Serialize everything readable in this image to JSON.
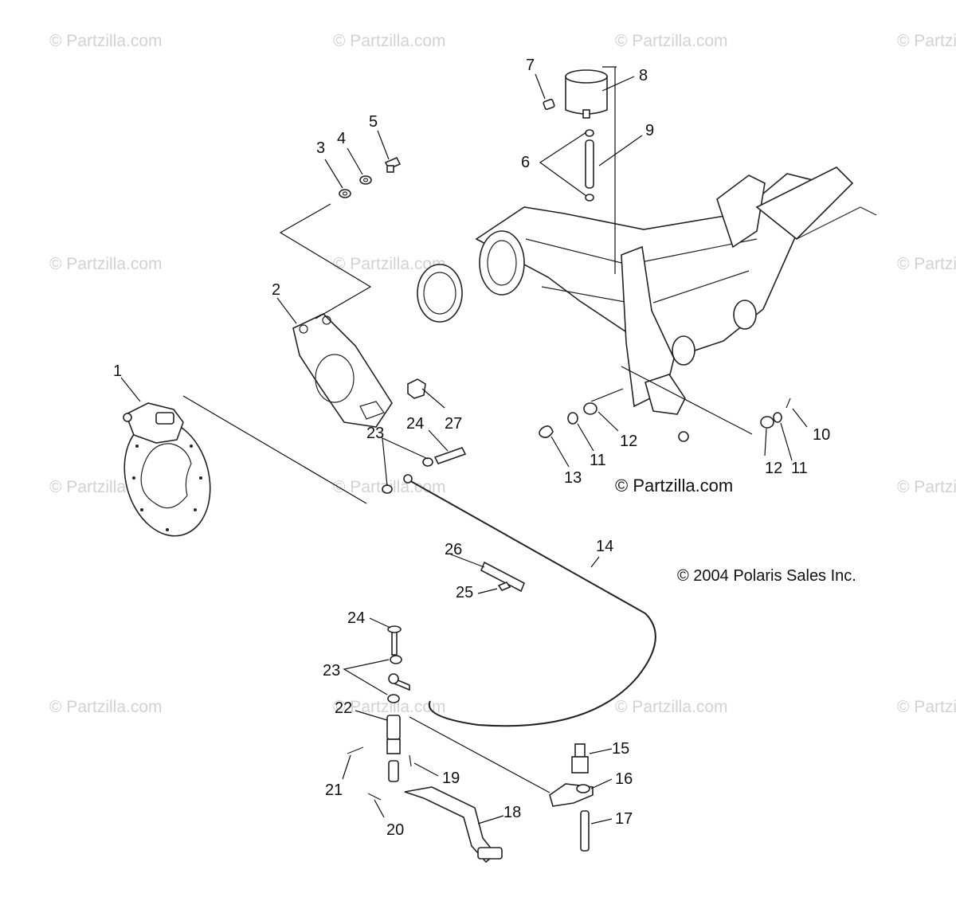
{
  "diagram": {
    "watermark_text": "© Partzilla.com",
    "footer_watermark": "© Partzilla.com",
    "copyright": "© 2004 Polaris Sales Inc.",
    "callouts": {
      "c1": "1",
      "c2": "2",
      "c3": "3",
      "c4": "4",
      "c5": "5",
      "c6": "6",
      "c7": "7",
      "c8": "8",
      "c9": "9",
      "c10": "10",
      "c11a": "11",
      "c11b": "11",
      "c12a": "12",
      "c12b": "12",
      "c13": "13",
      "c14": "14",
      "c15": "15",
      "c16": "16",
      "c17": "17",
      "c18": "18",
      "c19": "19",
      "c20": "20",
      "c21": "21",
      "c22": "22",
      "c23a": "23",
      "c23b": "23",
      "c24a": "24",
      "c24b": "24",
      "c25": "25",
      "c26": "26",
      "c27": "27"
    }
  }
}
